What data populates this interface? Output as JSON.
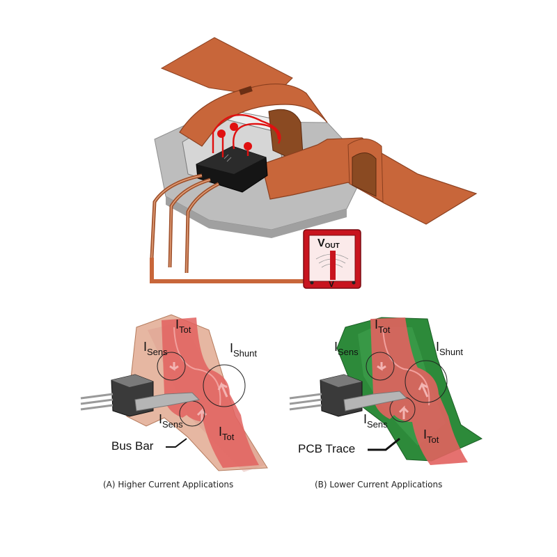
{
  "top_figure": {
    "meter": {
      "symbol": "V",
      "subscript": "OUT",
      "unit": "V"
    }
  },
  "panel_a": {
    "labels": {
      "i_tot_top": {
        "main": "I",
        "sub": "Tot"
      },
      "i_sens_top": {
        "main": "I",
        "sub": "Sens"
      },
      "i_shunt": {
        "main": "I",
        "sub": "Shunt"
      },
      "i_sens_bottom": {
        "main": "I",
        "sub": "Sens"
      },
      "i_tot_bottom": {
        "main": "I",
        "sub": "Tot"
      },
      "conductor": "Bus Bar"
    },
    "caption": "(A) Higher Current Applications"
  },
  "panel_b": {
    "labels": {
      "i_tot_top": {
        "main": "I",
        "sub": "Tot"
      },
      "i_sens_top": {
        "main": "I",
        "sub": "Sens"
      },
      "i_shunt": {
        "main": "I",
        "sub": "Shunt"
      },
      "i_sens_bottom": {
        "main": "I",
        "sub": "Sens"
      },
      "i_tot_bottom": {
        "main": "I",
        "sub": "Tot"
      },
      "conductor": "PCB Trace"
    },
    "caption": "(B) Lower Current Applications"
  },
  "colors": {
    "copper": "#c8663a",
    "copper_dark": "#8a3f1f",
    "core_gray": "#bdbdbd",
    "ic_black": "#111111",
    "wire_red": "#e01010",
    "meter_red": "#c8141e",
    "current_red": "#e2625f",
    "pcb_green": "#2d8a3a"
  }
}
